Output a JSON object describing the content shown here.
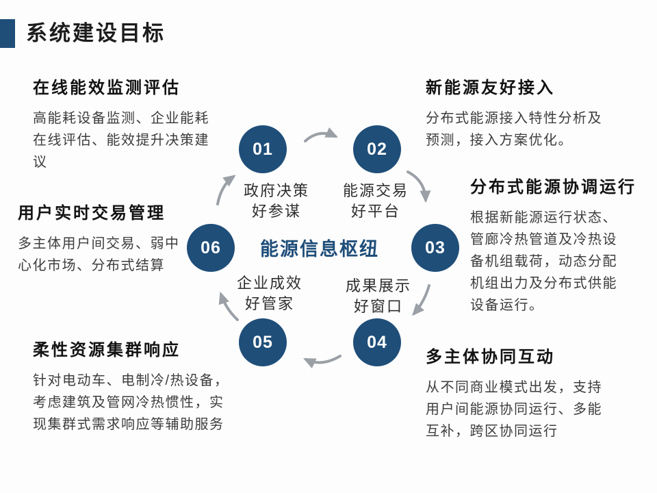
{
  "title": "系统建设目标",
  "colors": {
    "accent": "#1F4E79",
    "arrow": "#9AA0A6",
    "heading_text": "#121212",
    "body_text": "#3d3d3d"
  },
  "diagram": {
    "hub_label": "能源信息枢纽",
    "nodes": [
      {
        "number": "01",
        "caption_line1": "政府决策",
        "caption_line2": "好参谋"
      },
      {
        "number": "02",
        "caption_line1": "能源交易",
        "caption_line2": "好平台"
      },
      {
        "number": "03"
      },
      {
        "number": "04",
        "caption_line1": "成果展示",
        "caption_line2": "好窗口"
      },
      {
        "number": "05",
        "caption_line1": "企业成效",
        "caption_line2": "好管家"
      },
      {
        "number": "06"
      }
    ]
  },
  "blocks": [
    {
      "heading": "在线能效监测评估",
      "body": "高能耗设备监测、企业能耗在线评估、能效提升决策建议"
    },
    {
      "heading": "新能源友好接入",
      "body": "分布式能源接入特性分析及预测，接入方案优化。"
    },
    {
      "heading": "分布式能源协调运行",
      "body": "根据新能源运行状态、管廊冷热管道及冷热设备机组载荷，动态分配机组出力及分布式供能设备运行。"
    },
    {
      "heading": "用户实时交易管理",
      "body": "多主体用户间交易、弱中心化市场、分布式结算"
    },
    {
      "heading": "柔性资源集群响应",
      "body": "针对电动车、电制冷/热设备，考虑建筑及管网冷热惯性，实现集群式需求响应等辅助服务"
    },
    {
      "heading": "多主体协同互动",
      "body": "从不同商业模式出发，支持用户间能源协同运行、多能互补，跨区协同运行"
    }
  ]
}
